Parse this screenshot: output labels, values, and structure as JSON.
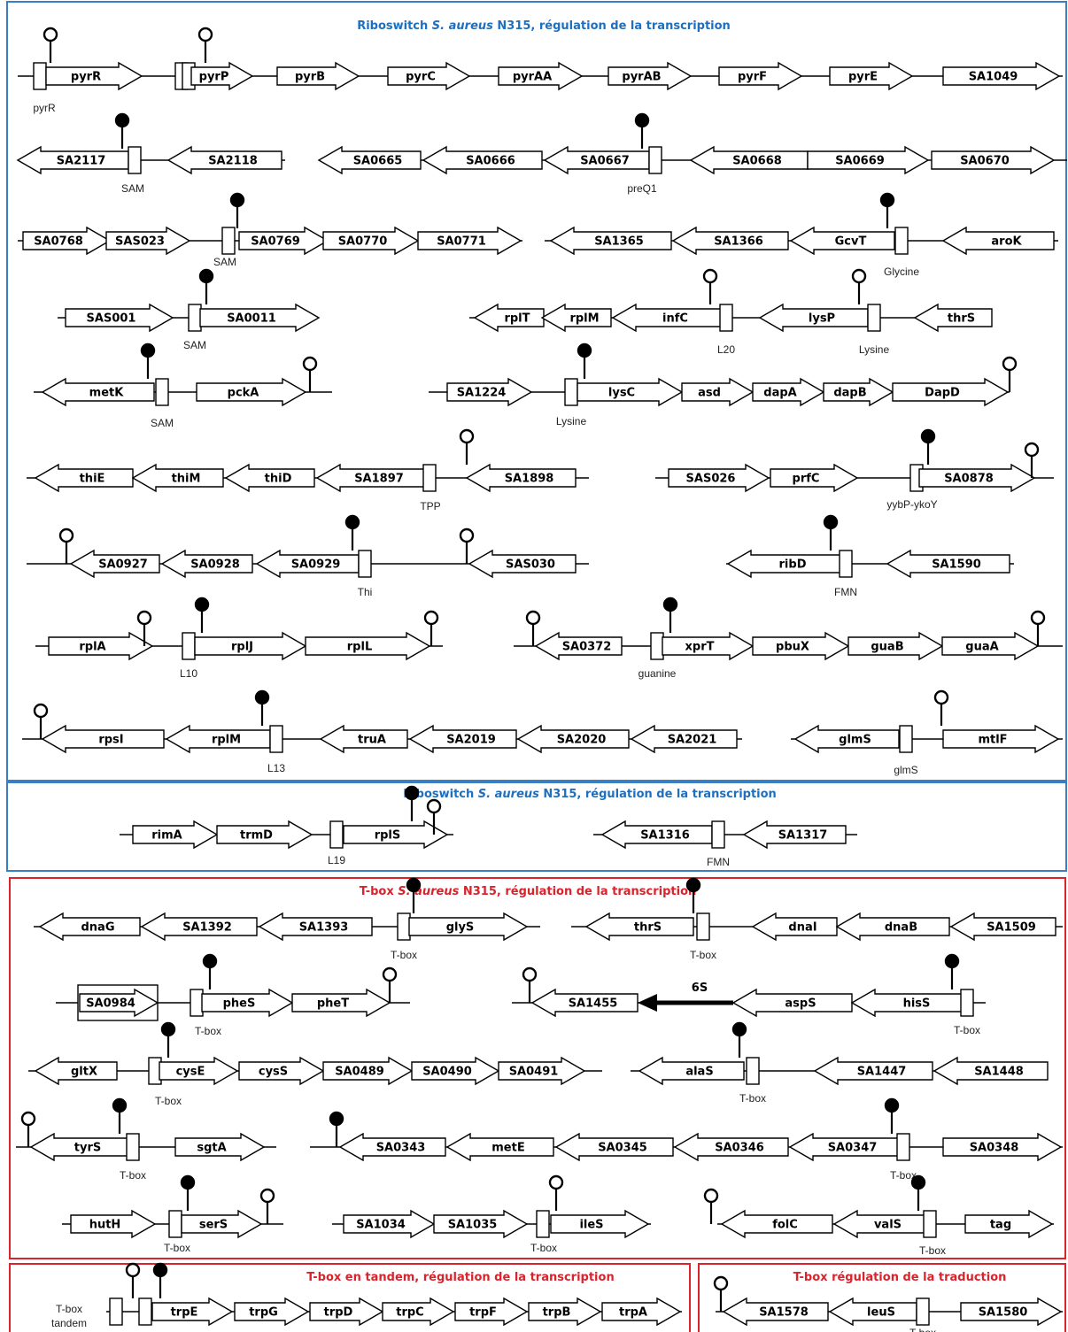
{
  "colors": {
    "riboswitch_border": "#3a7fc1",
    "riboswitch_title": "#1f6fbf",
    "tbox_border": "#d9232d",
    "tbox_title": "#d9232d",
    "stroke": "#000000"
  },
  "panels": {
    "ribo1_title": {
      "pre": "Riboswitch ",
      "italic": "S. aureus",
      "post": " N315, régulation de la transcription"
    },
    "ribo2_title": {
      "pre": "Riboswitch ",
      "italic": "S. aureus",
      "post": " N315, régulation de la transcription"
    },
    "tbox_title": {
      "pre": "T-box ",
      "italic": "S. aureus",
      "post": " N315, régulation de la transcription"
    },
    "tandem_title": "T-box en tandem, régulation de la transcription",
    "trad_title": "T-box régulation de la traduction",
    "tandem_side_label": [
      "T-box",
      "tandem"
    ]
  },
  "genes": [
    "pyrR",
    "pyrP",
    "pyrB",
    "pyrC",
    "pyrAA",
    "pyrAB",
    "pyrF",
    "pyrE",
    "SA1049",
    "SA2117",
    "SA2118",
    "SA0665",
    "SA0666",
    "SA0667",
    "SA0668",
    "SA0669",
    "SA0670",
    "SA0768",
    "SAS023",
    "SA0769",
    "SA0770",
    "SA0771",
    "SA1365",
    "SA1366",
    "GcvT",
    "aroK",
    "SAS001",
    "SA0011",
    "rplT",
    "rplM",
    "infC",
    "lysP",
    "thrS",
    "metK",
    "pckA",
    "SA1224",
    "lysC",
    "asd",
    "dapA",
    "dapB",
    "DapD",
    "thiE",
    "thiM",
    "thiD",
    "SA1897",
    "SA1898",
    "SAS026",
    "prfC",
    "SA0878",
    "SA0927",
    "SA0928",
    "SA0929",
    "SAS030",
    "ribD",
    "SA1590",
    "rplA",
    "rplJ",
    "rplL",
    "SA0372",
    "xprT",
    "pbuX",
    "guaB",
    "guaA",
    "rpsI",
    "rplM",
    "truA",
    "SA2019",
    "SA2020",
    "SA2021",
    "glmS",
    "mtlF",
    "rimA",
    "trmD",
    "rplS",
    "SA1316",
    "SA1317",
    "dnaG",
    "SA1392",
    "SA1393",
    "glyS",
    "thrS",
    "dnaI",
    "dnaB",
    "SA1509",
    "SA0984",
    "pheS",
    "pheT",
    "SA1455",
    "aspS",
    "hisS",
    "gltX",
    "cysE",
    "cysS",
    "SA0489",
    "SA0490",
    "SA0491",
    "alaS",
    "SA1447",
    "SA1448",
    "tyrS",
    "sgtA",
    "SA0343",
    "metE",
    "SA0345",
    "SA0346",
    "SA0347",
    "SA0348",
    "hutH",
    "serS",
    "SA1034",
    "SA1035",
    "ileS",
    "folC",
    "valS",
    "tag",
    "trpE",
    "trpG",
    "trpD",
    "trpC",
    "trpF",
    "trpB",
    "trpA",
    "SA1578",
    "leuS",
    "SA1580"
  ],
  "regulators": [
    "pyrR",
    "SAM",
    "preQ1",
    "SAM",
    "Glycine",
    "SAM",
    "L20",
    "Lysine",
    "SAM",
    "Lysine",
    "TPP",
    "yybP-ykoY",
    "Thi",
    "FMN",
    "L10",
    "guanine",
    "L13",
    "glmS",
    "L19",
    "FMN",
    "T-box",
    "T-box",
    "T-box",
    "T-box",
    "T-box",
    "T-box",
    "T-box",
    "T-box",
    "T-box",
    "T-box",
    "T-box",
    "T-box"
  ],
  "arrow_label": "6S"
}
